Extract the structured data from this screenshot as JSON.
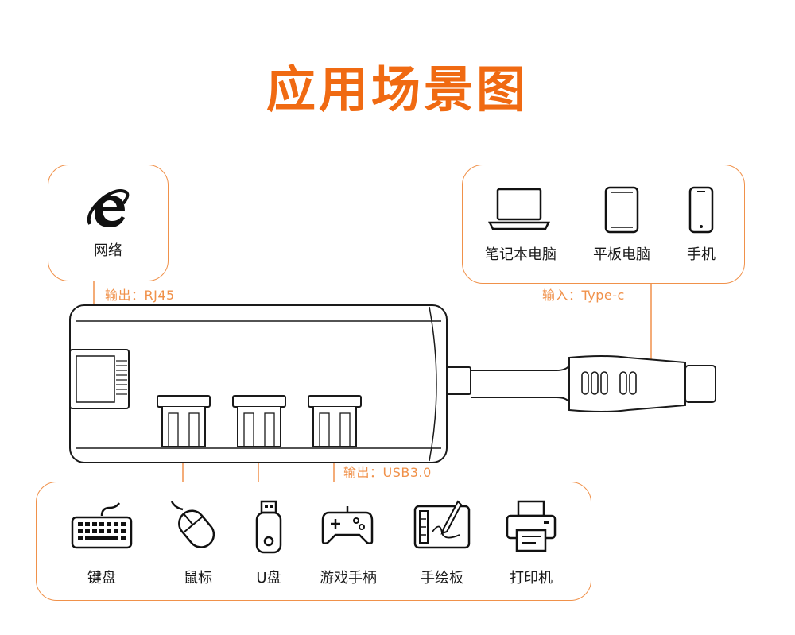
{
  "title": "应用场景图",
  "network": {
    "label": "网络"
  },
  "outputs": {
    "rj45": "输出：RJ45",
    "usb": "输出：USB3.0"
  },
  "input": {
    "typec": "输入：Type-c"
  },
  "input_devices": [
    {
      "label": "笔记本电脑",
      "icon": "laptop-icon"
    },
    {
      "label": "平板电脑",
      "icon": "tablet-icon"
    },
    {
      "label": "手机",
      "icon": "phone-icon"
    }
  ],
  "usb_devices": [
    {
      "label": "键盘",
      "icon": "keyboard-icon"
    },
    {
      "label": "鼠标",
      "icon": "mouse-icon"
    },
    {
      "label": "U盘",
      "icon": "usb-drive-icon"
    },
    {
      "label": "游戏手柄",
      "icon": "gamepad-icon"
    },
    {
      "label": "手绘板",
      "icon": "drawing-tablet-icon"
    },
    {
      "label": "打印机",
      "icon": "printer-icon"
    }
  ],
  "colors": {
    "accent": "#f06a12",
    "line": "#f0914a",
    "stroke": "#1a1a1a"
  }
}
